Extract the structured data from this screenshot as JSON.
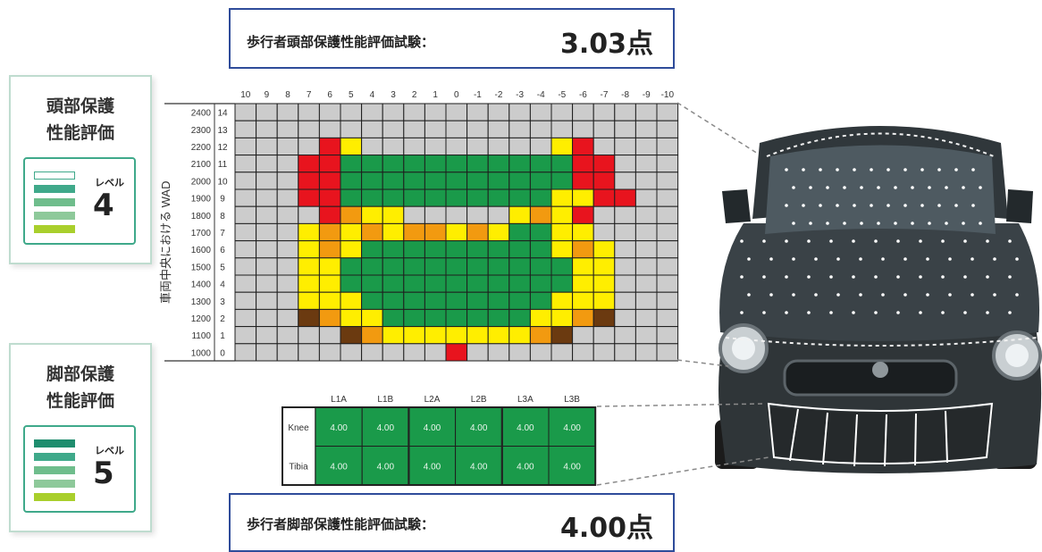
{
  "head_test": {
    "label": "歩行者頭部保護性能評価試験：",
    "score": "3.03点"
  },
  "leg_test": {
    "label": "歩行者脚部保護性能評価試験：",
    "score": "4.00点"
  },
  "head_card": {
    "title_line1": "頭部保護",
    "title_line2": "性能評価",
    "level_word": "レベル",
    "level_value": "4",
    "level_numeric": 4
  },
  "leg_card": {
    "title_line1": "脚部保護",
    "title_line2": "性能評価",
    "level_word": "レベル",
    "level_value": "5",
    "level_numeric": 5
  },
  "level_bar_colors": [
    "#a9cf2c",
    "#8ec99a",
    "#6fbd8c",
    "#3fa98a",
    "#1f8d6e"
  ],
  "grid_colors": {
    "G": "#1a9a4a",
    "Y": "#ffee00",
    "O": "#f29a10",
    "R": "#e8141e",
    "B": "#6b3a10",
    ".": "#cccccc"
  },
  "head_grid": {
    "axis_label": "車両中央における WAD",
    "x_ticks": [
      "10",
      "9",
      "8",
      "7",
      "6",
      "5",
      "4",
      "3",
      "2",
      "1",
      "0",
      "-1",
      "-2",
      "-3",
      "-4",
      "-5",
      "-6",
      "-7",
      "-8",
      "-9",
      "-10"
    ],
    "y_wad": [
      "2400",
      "2300",
      "2200",
      "2100",
      "2000",
      "1900",
      "1800",
      "1700",
      "1600",
      "1500",
      "1400",
      "1300",
      "1200",
      "1100",
      "1000"
    ],
    "y_idx": [
      "14",
      "13",
      "12",
      "11",
      "10",
      "9",
      "8",
      "7",
      "6",
      "5",
      "4",
      "3",
      "2",
      "1",
      "0"
    ],
    "rows": [
      ".....................",
      ".....................",
      "....RY.........YR....",
      "...RRGGGGGGGGGGGRR...",
      "...RRGGGGGGGGGGGRR...",
      "...RRGGGGGGGGGGYYRR..",
      "....ROYY.....YOYR....",
      "...YOYOYOOYOYGGYY....",
      "...YOYGGGGGGGGGYOY...",
      "...YYGGGGGGGGGGGYY...",
      "...YYGGGGGGGGGGGYY...",
      "...YYYGGGGGGGGGYYY...",
      "...BOYYGGGGGGGYYOB...",
      ".....BOYYYYYYYOB.....",
      "..........R.........."
    ]
  },
  "leg_table": {
    "columns": [
      "L1A",
      "L1B",
      "L2A",
      "L2B",
      "L3A",
      "L3B"
    ],
    "rows": [
      {
        "label": "Knee",
        "values": [
          "4.00",
          "4.00",
          "4.00",
          "4.00",
          "4.00",
          "4.00"
        ]
      },
      {
        "label": "Tibia",
        "values": [
          "4.00",
          "4.00",
          "4.00",
          "4.00",
          "4.00",
          "4.00"
        ]
      }
    ]
  }
}
